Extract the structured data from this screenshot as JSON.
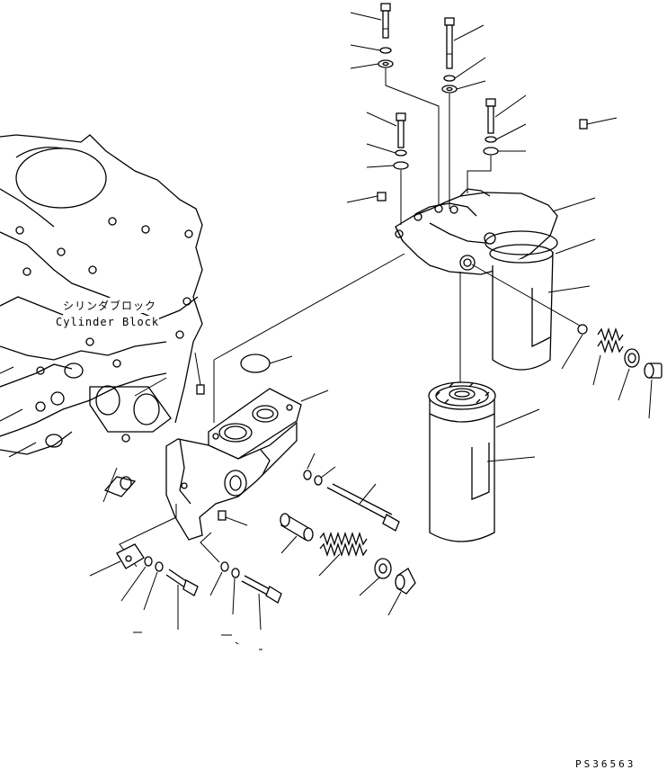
{
  "labels": {
    "cylinder_block_jp": "シリンダブロック",
    "cylinder_block_en": "Cylinder Block"
  },
  "drawing_code": "PS36563",
  "colors": {
    "line": "#000000",
    "background": "#ffffff"
  }
}
